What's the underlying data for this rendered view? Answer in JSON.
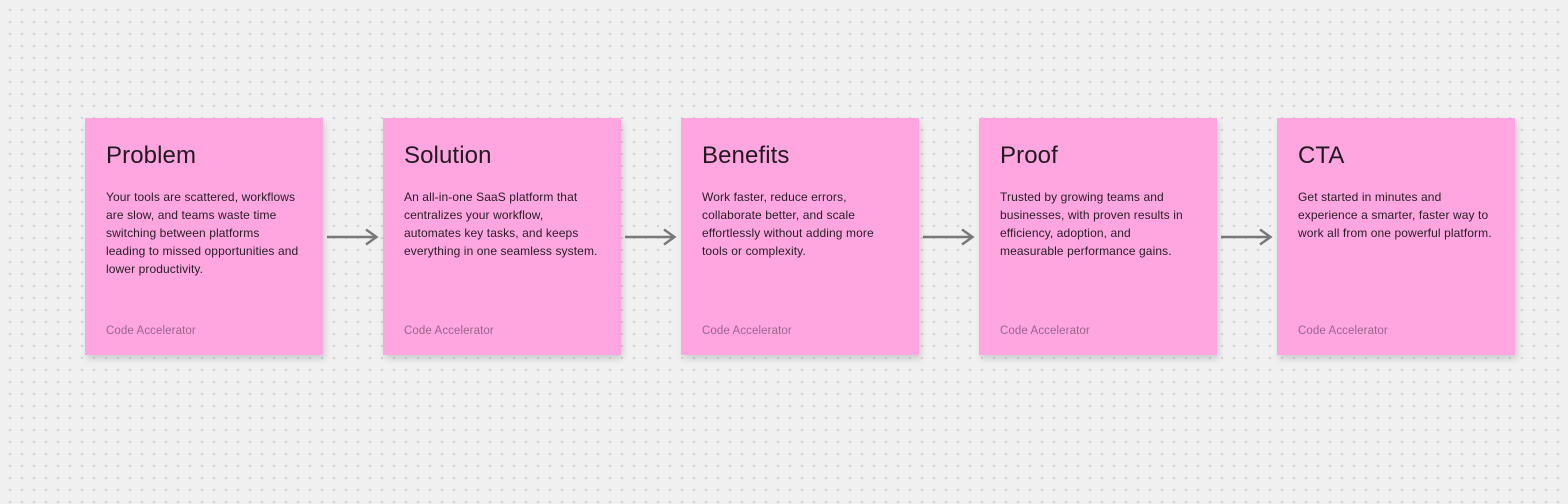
{
  "canvas": {
    "background_color": "#f0f0f0",
    "dot_color": "#d2d2d2"
  },
  "flow": {
    "note_color": "#ffa6e1",
    "connector_color": "#787878",
    "notes": [
      {
        "title": "Problem",
        "body": "Your tools are scattered, workflows are slow, and teams waste time switching between platforms leading to missed opportunities and lower productivity.",
        "author": "Code Accelerator"
      },
      {
        "title": "Solution",
        "body": "An all-in-one SaaS platform that centralizes your workflow, automates key tasks, and keeps everything in one seamless system.",
        "author": "Code Accelerator"
      },
      {
        "title": "Benefits",
        "body": "Work faster, reduce errors, collaborate better, and scale effortlessly without adding more tools or complexity.",
        "author": "Code Accelerator"
      },
      {
        "title": "Proof",
        "body": "Trusted by growing teams and businesses, with proven results in efficiency, adoption, and measurable performance gains.",
        "author": "Code Accelerator"
      },
      {
        "title": "CTA",
        "body": "Get started in minutes and experience a smarter, faster way to work all from one powerful platform.",
        "author": "Code Accelerator"
      }
    ]
  }
}
